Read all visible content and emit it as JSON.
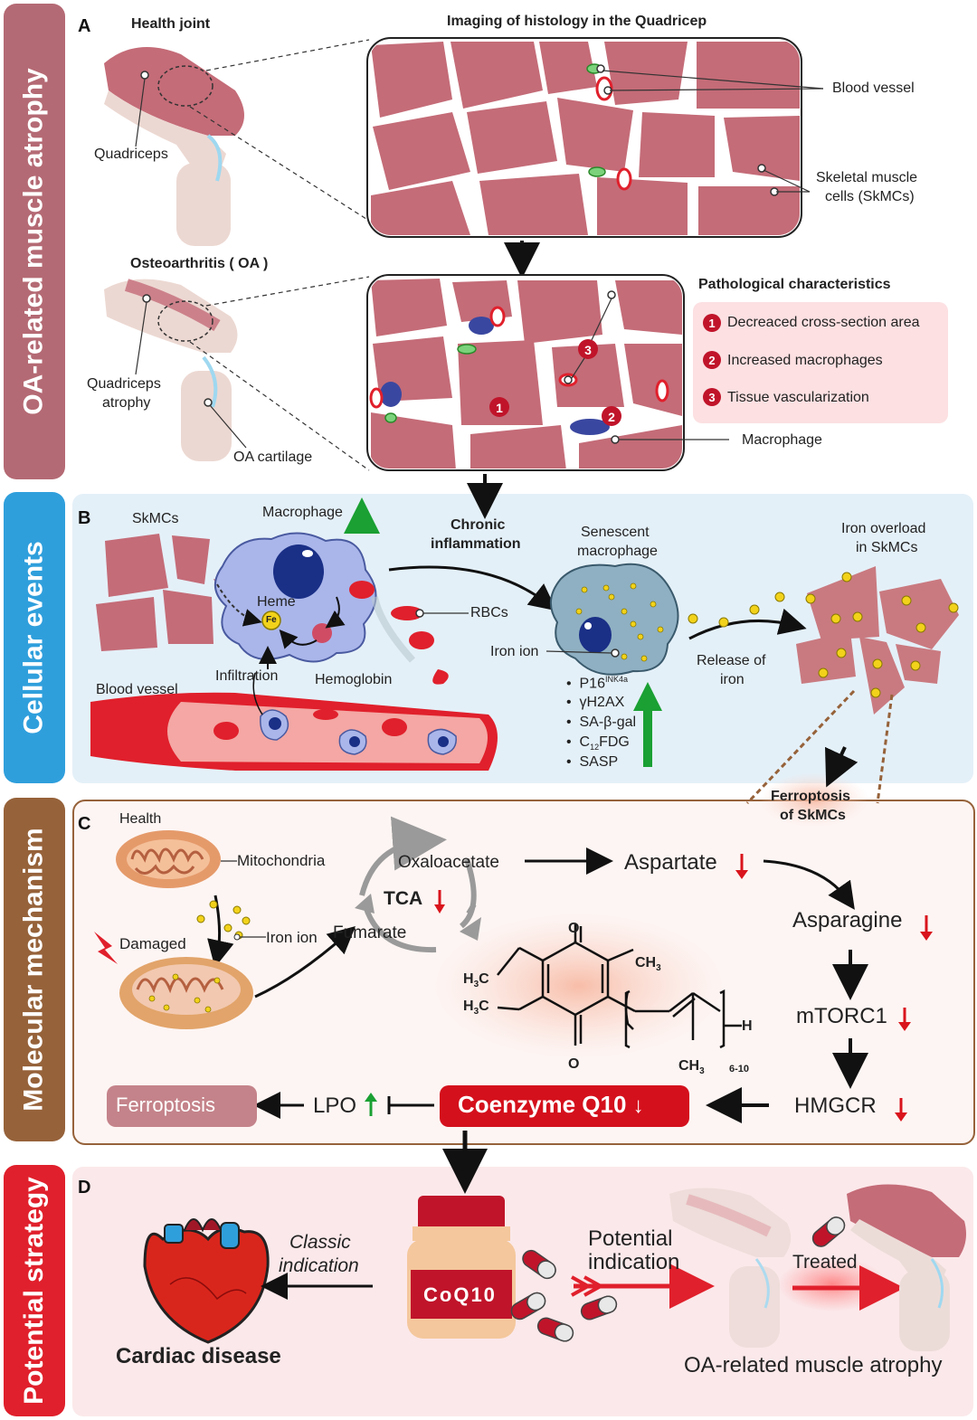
{
  "side_labels": {
    "a": "OA-related muscle atrophy",
    "b": "Cellular events",
    "c": "Molecular mechanism",
    "d": "Potential strategy"
  },
  "panel_letters": {
    "a": "A",
    "b": "B",
    "c": "C",
    "d": "D"
  },
  "panel_a": {
    "health_joint": "Health joint",
    "quadriceps": "Quadriceps",
    "imaging_title": "Imaging of histology in the Quadricep",
    "blood_vessel": "Blood vessel",
    "skmc_line1": "Skeletal muscle",
    "skmc_line2": "cells (SkMCs)",
    "oa_title": "Osteoarthritis ( OA )",
    "quad_atrophy_line1": "Quadriceps",
    "quad_atrophy_line2": "atrophy",
    "oa_cartilage": "OA cartilage",
    "path_title": "Pathological characteristics",
    "path_items": [
      {
        "num": "1",
        "text": "Decreaced cross-section area"
      },
      {
        "num": "2",
        "text": "Increased macrophages"
      },
      {
        "num": "3",
        "text": "Tissue vascularization"
      }
    ],
    "macrophage": "Macrophage"
  },
  "panel_b": {
    "skmcs": "SkMCs",
    "macrophage": "Macrophage",
    "heme": "Heme",
    "fe": "Fe",
    "hemoglobin": "Hemoglobin",
    "infiltration": "Infiltration",
    "blood_vessel": "Blood vessel",
    "rbcs": "RBCs",
    "chronic_line1": "Chronic",
    "chronic_line2": "inflammation",
    "senescent_line1": "Senescent",
    "senescent_line2": "macrophage",
    "iron_ion": "Iron ion",
    "markers": [
      "P16",
      "γH2AX",
      "SA-β-gal",
      "C",
      "SASP"
    ],
    "p16_sup": "INK4a",
    "c12_sub": "12",
    "c12_rest": "FDG",
    "release_line1": "Release of",
    "release_line2": "iron",
    "overload_line1": "Iron overload",
    "overload_line2": "in SkMCs",
    "ferroptosis_line1": "Ferroptosis",
    "ferroptosis_line2": "of SkMCs"
  },
  "panel_c": {
    "health": "Health",
    "mitochondria": "Mitochondria",
    "damaged": "Damaged",
    "iron_ion": "Iron ion",
    "oxaloacetate": "Oxaloacetate",
    "tca": "TCA",
    "fumarate": "Fumarate",
    "aspartate": "Aspartate",
    "asparagine": "Asparagine",
    "mtorc1": "mTORC1",
    "hmgcr": "HMGCR",
    "coq10": "Coenzyme Q10",
    "lpo": "LPO",
    "ferroptosis": "Ferroptosis",
    "chem": {
      "o": "O",
      "h3c": "H",
      "h3c_sub": "3",
      "c": "C",
      "ch3": "CH",
      "ch3_sub": "3",
      "h": "H",
      "repeat": "6-10"
    }
  },
  "panel_d": {
    "classic_line1": "Classic",
    "classic_line2": "indication",
    "cardiac": "Cardiac disease",
    "bottle_label": "CoQ10",
    "potential_line1": "Potential",
    "potential_line2": "indication",
    "treated": "Treated",
    "oa_atrophy": "OA-related muscle atrophy"
  },
  "colors": {
    "side_a": "#b46a74",
    "side_b": "#2f9fdc",
    "side_c": "#96623a",
    "side_d": "#e0202c",
    "muscle": "#c46c78",
    "up_arrow": "#1aa033",
    "down_arrow": "#d9141c",
    "coq10_box": "#d4101c"
  }
}
